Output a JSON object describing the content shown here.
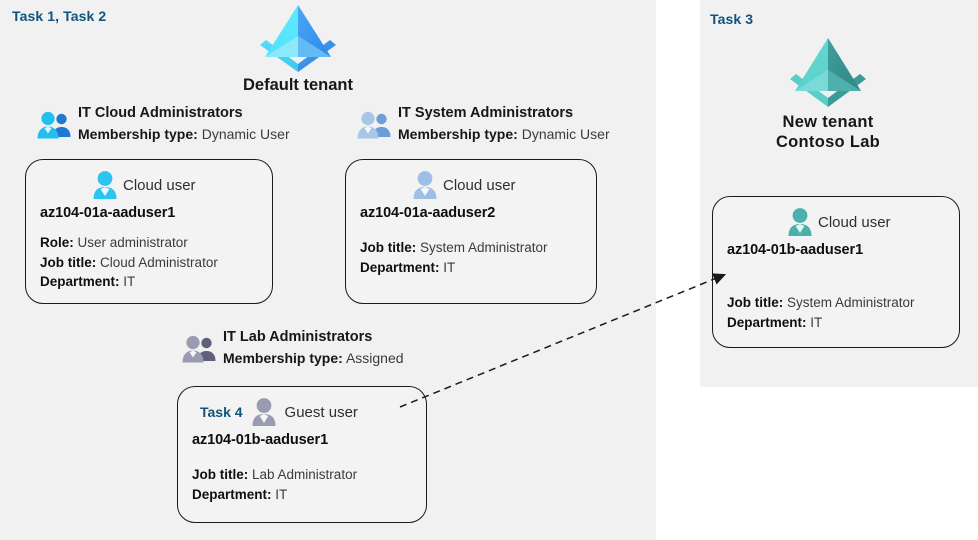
{
  "diagram": {
    "title_tasks": [
      "Task 1, Task 2",
      "Task 3"
    ],
    "colors": {
      "task_label": "#11537f",
      "panel_bg": "#f1f1f1",
      "card_bg": "#f3f3f3",
      "card_border": "#1a1a1a",
      "default_tenant_accent": "#3ec8f0",
      "new_tenant_accent": "#4cb8b8",
      "cloud_admins_group_accent": "#1ab4e8",
      "system_admins_group_accent": "#9cbfe4",
      "lab_admins_group_accent": "#8c8ca4"
    }
  },
  "left_panel": {
    "task_label": "Task 1, Task 2",
    "tenant": {
      "icon": "tenant-pyramid-icon",
      "name": "Default tenant"
    },
    "groups": [
      {
        "icon": "group-users-icon",
        "name": "IT Cloud Administrators",
        "meta_label": "Membership type:",
        "meta_value": "Dynamic User",
        "card": {
          "user_icon": "cloud-user-icon",
          "user_type": "Cloud user",
          "username": "az104-01a-aaduser1",
          "attributes": [
            {
              "label": "Role:",
              "value": "User administrator"
            },
            {
              "label": "Job title:",
              "value": "Cloud Administrator"
            },
            {
              "label": "Department:",
              "value": "IT"
            }
          ]
        }
      },
      {
        "icon": "group-users-icon",
        "name": "IT System Administrators",
        "meta_label": "Membership type:",
        "meta_value": "Dynamic User",
        "card": {
          "user_icon": "cloud-user-icon",
          "user_type": "Cloud user",
          "username": "az104-01a-aaduser2",
          "attributes": [
            {
              "label": "Job title:",
              "value": "System Administrator"
            },
            {
              "label": "Department:",
              "value": "IT"
            }
          ]
        }
      },
      {
        "icon": "group-users-icon",
        "name": "IT Lab Administrators",
        "meta_label": "Membership type:",
        "meta_value": "Assigned",
        "card": {
          "task_label": "Task 4",
          "user_icon": "guest-user-icon",
          "user_type": "Guest user",
          "username": "az104-01b-aaduser1",
          "attributes": [
            {
              "label": "Job title:",
              "value": "Lab Administrator"
            },
            {
              "label": "Department:",
              "value": "IT"
            }
          ]
        }
      }
    ]
  },
  "right_panel": {
    "task_label": "Task 3",
    "tenant": {
      "icon": "tenant-pyramid-icon",
      "name": "New  tenant\nContoso Lab"
    },
    "card": {
      "user_icon": "cloud-user-icon",
      "user_type": "Cloud user",
      "username": "az104-01b-aaduser1",
      "attributes": [
        {
          "label": "Job title:",
          "value": "System Administrator"
        },
        {
          "label": "Department:",
          "value": "IT"
        }
      ]
    }
  },
  "connector": {
    "name": "guest-user-invite-arrow",
    "style": "dashed-arrow"
  }
}
